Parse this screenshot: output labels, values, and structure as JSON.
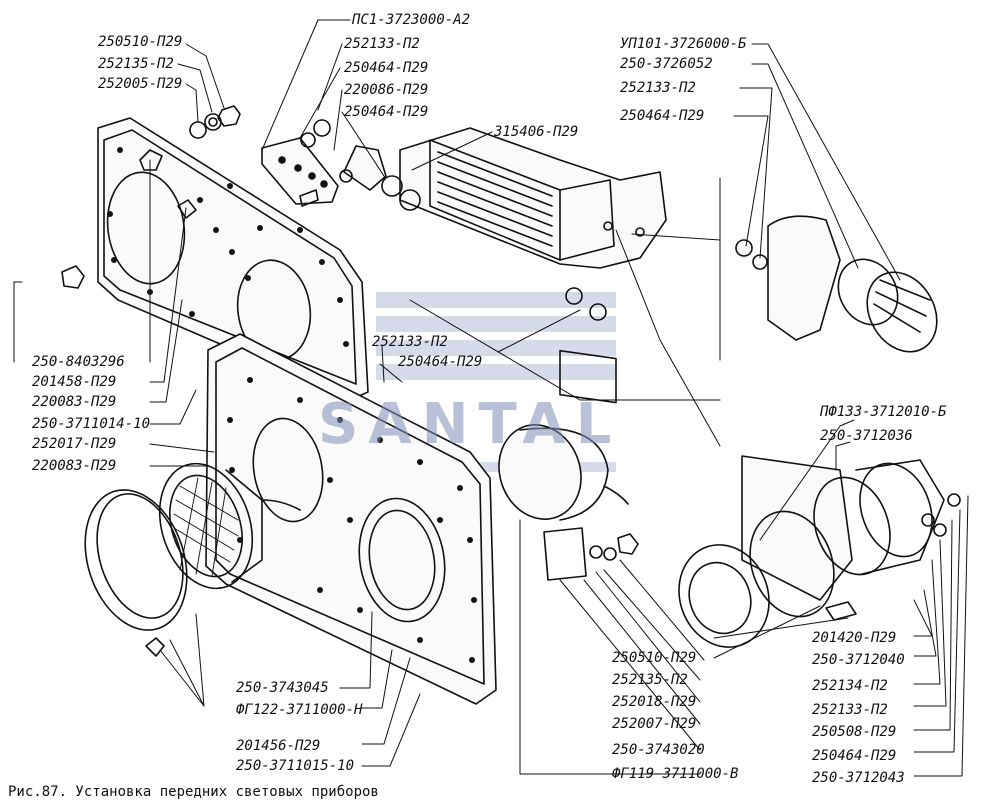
{
  "caption": "Рис.87. Установка передних световых приборов",
  "watermark": "SANTAL",
  "labels": [
    {
      "id": "l01",
      "text": "250510-П29"
    },
    {
      "id": "l02",
      "text": "252135-П2"
    },
    {
      "id": "l03",
      "text": "252005-П29"
    },
    {
      "id": "l04",
      "text": "ПС1-3723000-А2"
    },
    {
      "id": "l05",
      "text": "252133-П2"
    },
    {
      "id": "l06",
      "text": "250464-П29"
    },
    {
      "id": "l07",
      "text": "220086-П29"
    },
    {
      "id": "l08",
      "text": "250464-П29"
    },
    {
      "id": "l09",
      "text": "315406-П29"
    },
    {
      "id": "l10",
      "text": "УП101-3726000-Б"
    },
    {
      "id": "l11",
      "text": "250-3726052"
    },
    {
      "id": "l12",
      "text": "252133-П2"
    },
    {
      "id": "l13",
      "text": "250464-П29"
    },
    {
      "id": "l14",
      "text": "250-8403296"
    },
    {
      "id": "l15",
      "text": "201458-П29"
    },
    {
      "id": "l16",
      "text": "220083-П29"
    },
    {
      "id": "l17",
      "text": "250-3711014-10"
    },
    {
      "id": "l18",
      "text": "252017-П29"
    },
    {
      "id": "l19",
      "text": "220083-П29"
    },
    {
      "id": "l20",
      "text": "252133-П2"
    },
    {
      "id": "l21",
      "text": "250464-П29"
    },
    {
      "id": "l22",
      "text": "ПФ133-3712010-Б"
    },
    {
      "id": "l23",
      "text": "250-3712036"
    },
    {
      "id": "l24",
      "text": "250-3743045"
    },
    {
      "id": "l25",
      "text": "ФГ122-3711000-Н"
    },
    {
      "id": "l26",
      "text": "201456-П29"
    },
    {
      "id": "l27",
      "text": "250-3711015-10"
    },
    {
      "id": "l28",
      "text": "250510-П29"
    },
    {
      "id": "l29",
      "text": "252135-П2"
    },
    {
      "id": "l30",
      "text": "252018-П29"
    },
    {
      "id": "l31",
      "text": "252007-П29"
    },
    {
      "id": "l32",
      "text": "250-3743020"
    },
    {
      "id": "l33",
      "text": "ФГ119-3711000-В"
    },
    {
      "id": "l34",
      "text": "201420-П29"
    },
    {
      "id": "l35",
      "text": "250-3712040"
    },
    {
      "id": "l36",
      "text": "252134-П2"
    },
    {
      "id": "l37",
      "text": "252133-П2"
    },
    {
      "id": "l38",
      "text": "250508-П29"
    },
    {
      "id": "l39",
      "text": "250464-П29"
    },
    {
      "id": "l40",
      "text": "250-3712043"
    }
  ]
}
